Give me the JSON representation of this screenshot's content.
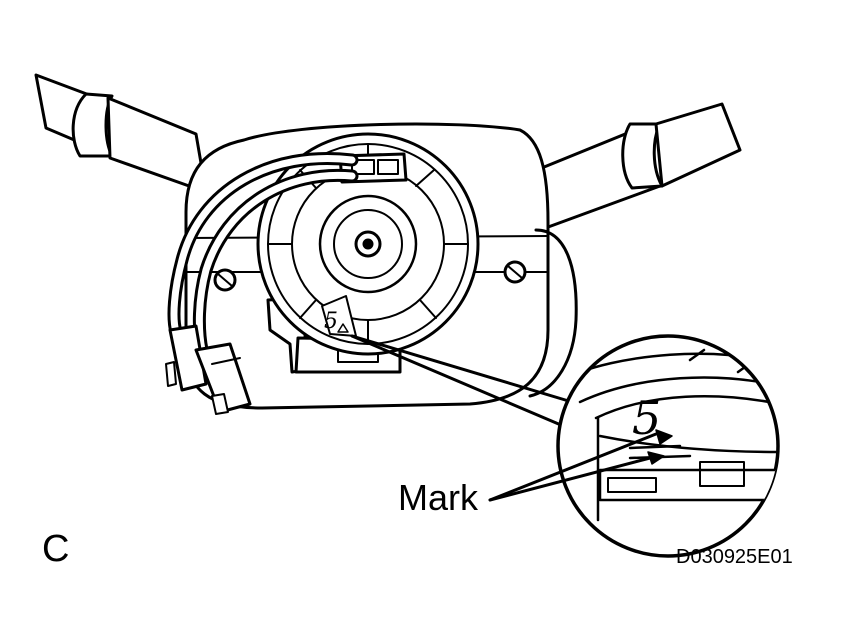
{
  "figure": {
    "view_label": "C",
    "callout_label": "Mark",
    "drawing_code": "D030925E01",
    "scale_number_small": "5",
    "scale_number_zoom": "5",
    "line_color": "#000000",
    "background_color": "#ffffff"
  }
}
